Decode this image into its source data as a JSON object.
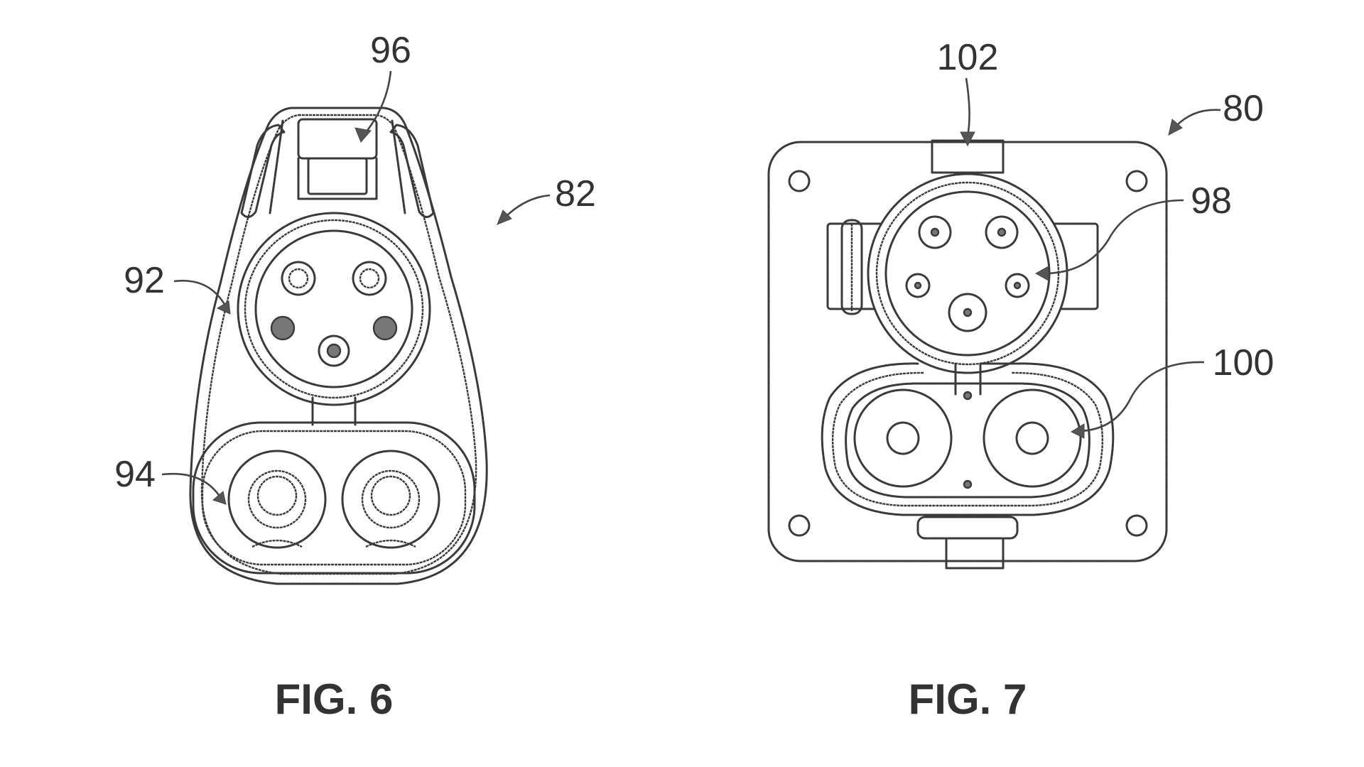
{
  "figures": [
    {
      "caption": "FIG. 6",
      "labels": {
        "overall": "82",
        "signal_inlet": "92",
        "power_inlet": "94",
        "latch": "96"
      }
    },
    {
      "caption": "FIG. 7",
      "labels": {
        "overall": "80",
        "signal_receptacle": "98",
        "power_receptacle": "100",
        "latch_receiver": "102"
      }
    }
  ]
}
